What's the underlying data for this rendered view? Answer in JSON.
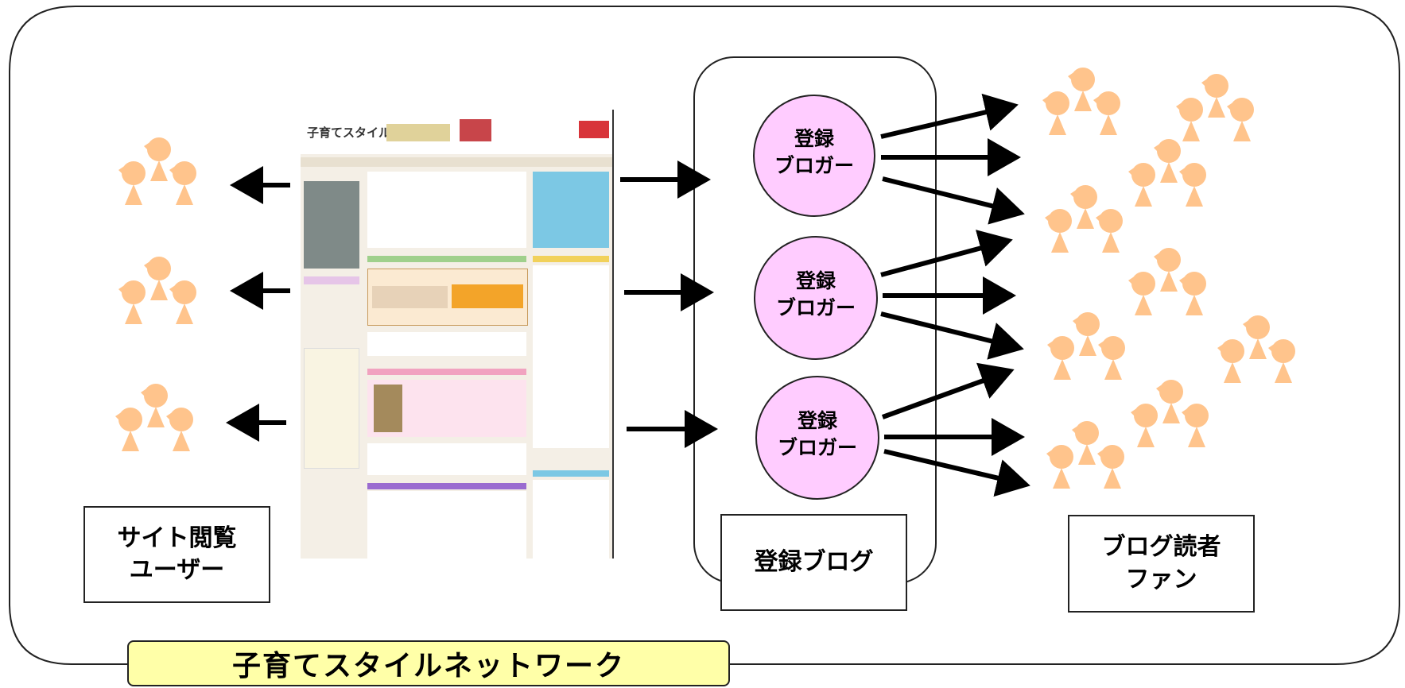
{
  "labels": {
    "users": "サイト閲覧\nユーザー",
    "blog": "登録ブログ",
    "fans": "ブログ読者\nファン",
    "network": "子育てスタイルネットワーク",
    "blogger": "登録\nブロガー"
  },
  "website": {
    "logo": "子育てスタイル"
  },
  "colors": {
    "person": "#ffc48c",
    "blogger_circle": "#ffccff",
    "network_title_bg": "#ffffa8",
    "arrow": "#000000"
  }
}
